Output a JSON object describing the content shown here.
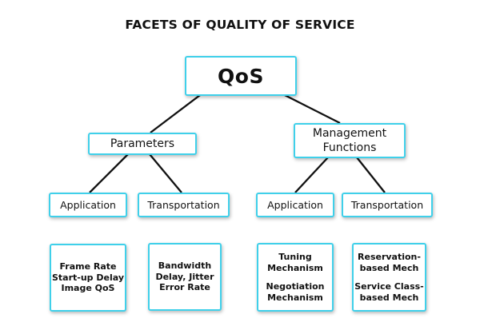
{
  "title": "FACETS OF QUALITY OF SERVICE",
  "colors": {
    "border": "#3fd0ea",
    "line": "#111111",
    "background": "#ffffff"
  },
  "nodes": {
    "root": "QoS",
    "parameters": "Parameters",
    "management": "Management\nFunctions",
    "param_application": "Application",
    "param_transportation": "Transportation",
    "mgmt_application": "Application",
    "mgmt_transportation": "Transportation"
  },
  "leaves": {
    "param_application": [
      "Frame Rate",
      "Start-up Delay",
      "Image QoS"
    ],
    "param_transportation": [
      "Bandwidth",
      "Delay, Jitter",
      "Error Rate"
    ],
    "mgmt_application": [
      "Tuning\nMechanism",
      "Negotiation\nMechanism"
    ],
    "mgmt_transportation": [
      "Reservation-\nbased Mech",
      "Service Class-\nbased Mech"
    ]
  }
}
